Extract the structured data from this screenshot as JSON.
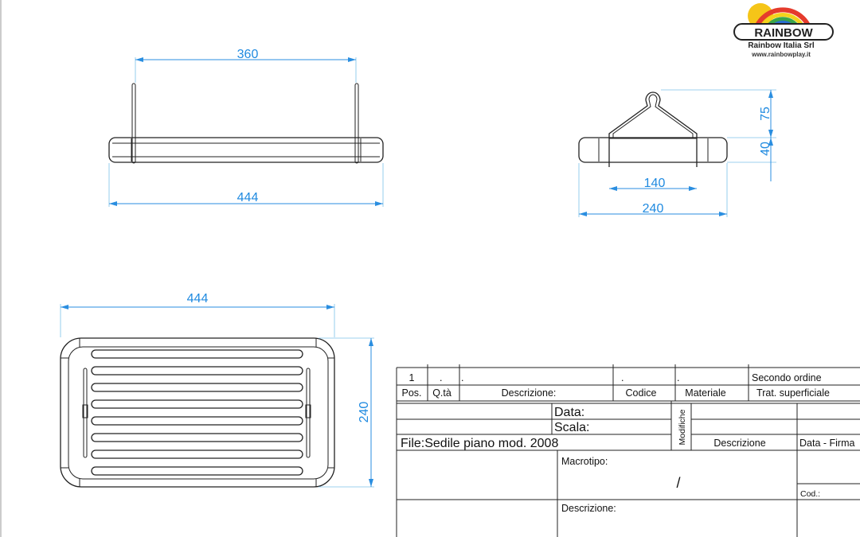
{
  "logo": {
    "brand": "RAINBOW",
    "company": "Rainbow Italia Srl",
    "website": "www.rainbowplay.it"
  },
  "front_view": {
    "width_between_posts": "360",
    "overall_length": "444"
  },
  "side_view": {
    "hook_height": "75",
    "seat_thickness": "40",
    "post_spacing": "140",
    "overall_width": "240"
  },
  "top_view": {
    "overall_length": "444",
    "overall_width": "240"
  },
  "title_block": {
    "row1": {
      "pos": "1",
      "qty": ".",
      "description": ".",
      "code": ".",
      "material": ".",
      "treatment": "Secondo ordine"
    },
    "headers": {
      "pos": "Pos.",
      "qty": "Q.tà",
      "description": "Descrizione:",
      "code": "Codice",
      "material": "Materiale",
      "treatment": "Trat. superficiale"
    },
    "data_label": "Data:",
    "scala_label": "Scala:",
    "file_label": "File:Sedile piano mod. 2008",
    "modifiche_label": "Modifiche",
    "mod_description": "Descrizione",
    "mod_date_sign": "Data - Firma",
    "macrotipo_label": "Macrotipo:",
    "macrotipo_value": "/",
    "cod_label": "Cod.:",
    "descrizione_label": "Descrizione:"
  },
  "colors": {
    "dimension": "#1f8ae0",
    "line": "#222222"
  }
}
